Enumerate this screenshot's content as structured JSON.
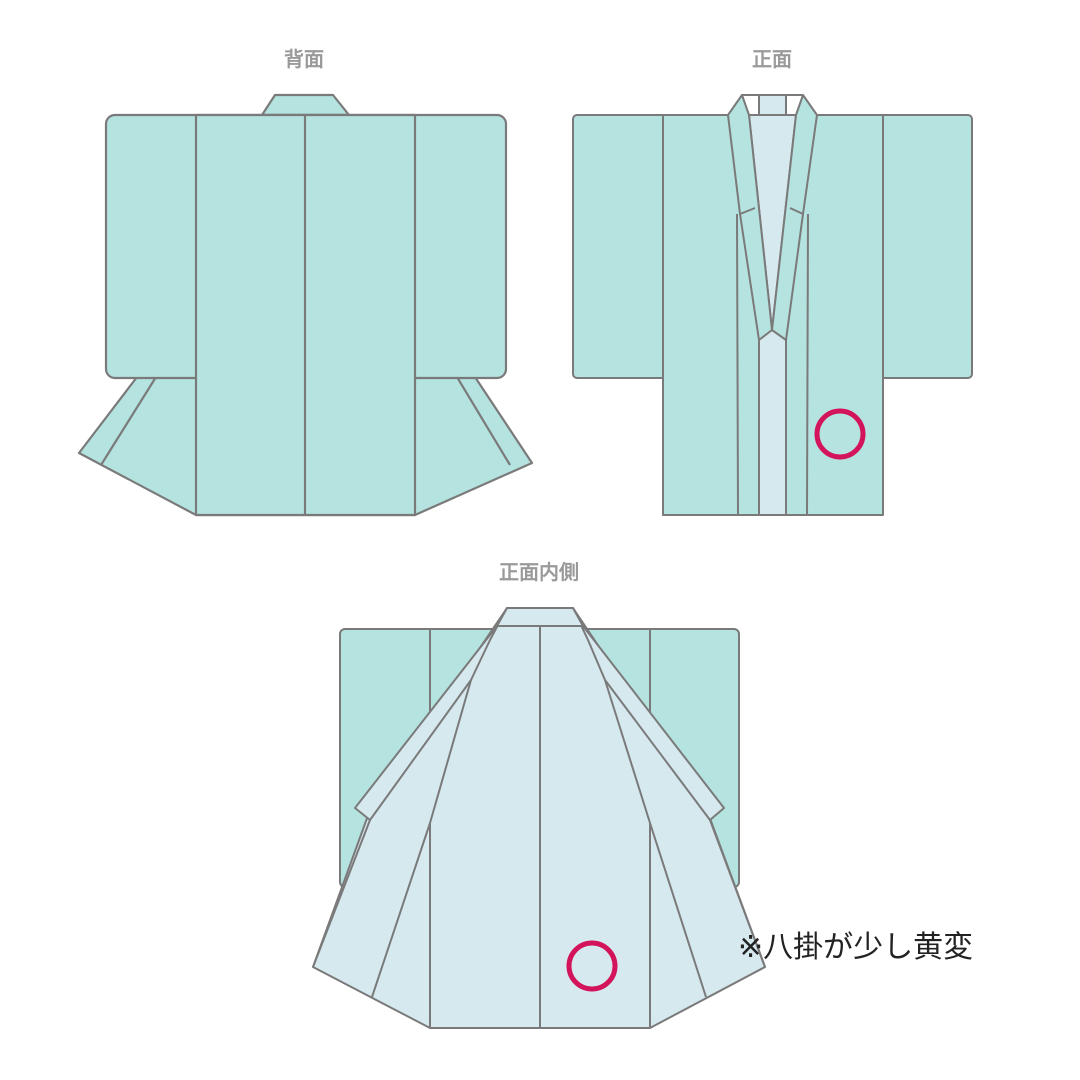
{
  "labels": {
    "back": "背面",
    "front": "正面",
    "front_inside": "正面内側"
  },
  "note": "※八掛が少し黄変",
  "colors": {
    "outer_fabric": "#b5e3e0",
    "lining_fabric": "#d6e9ef",
    "outline": "#7a7a7a",
    "marker": "#d4145a",
    "label_text": "#9a9a9a",
    "note_text": "#222222"
  },
  "markers": [
    {
      "view": "front",
      "shape": "circle",
      "meaning": "damage-location"
    },
    {
      "view": "front_inside",
      "shape": "circle",
      "meaning": "damage-location"
    }
  ]
}
